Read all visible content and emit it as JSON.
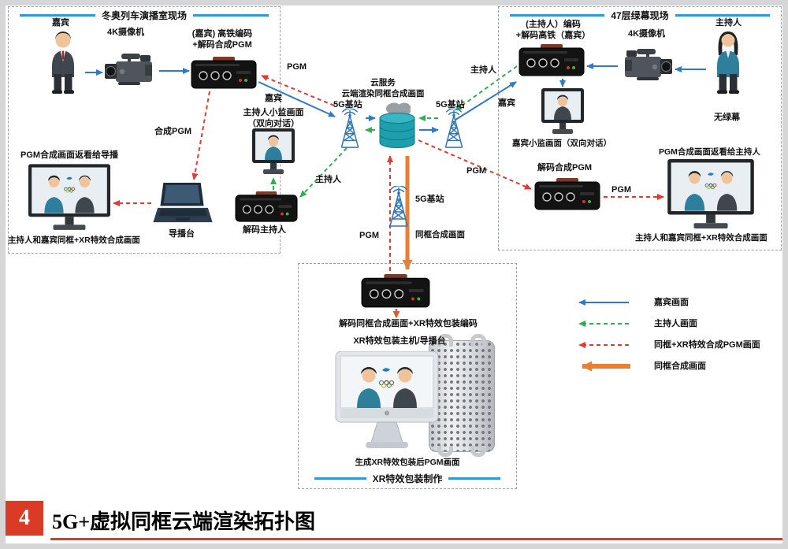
{
  "left_box": {
    "title": "冬奥列车演播室现场",
    "guest_label": "嘉宾",
    "camera_label": "4K摄像机",
    "encoder_label": "(嘉宾) 高铁编码\n+解码合成PGM",
    "arrow_pgm": "PGM",
    "arrow_guest": "嘉宾",
    "arrow_composite_pgm": "合成PGM",
    "host_monitor_label": "主持人小监画面\n（双向对话）",
    "pgm_return_label": "PGM合成画面返看给导播",
    "monitor_caption": "主持人和嘉宾同框+XR特效合成画面",
    "director_label": "导播台",
    "decoder_label": "解码主持人",
    "arrow_host": "主持人"
  },
  "cloud": {
    "label": "云服务\n云端渲染同框合成画面",
    "bs_left": "5G基站",
    "bs_right": "5G基站",
    "bs_bottom": "5G基站",
    "arrow_pgm_down": "PGM",
    "arrow_composite": "同框合成画面",
    "arrow_pgm_right": "PGM",
    "arrow_host": "主持人",
    "arrow_guest": "嘉宾"
  },
  "right_box": {
    "title": "47层绿幕现场",
    "encoder_label": "(主持人）编码\n+解码高铁（嘉宾）",
    "camera_label": "4K摄像机",
    "host_label": "主持人",
    "no_green": "无绿幕",
    "guest_monitor_label": "嘉宾小监画面（双向对话）",
    "decoder_label": "解码合成PGM",
    "arrow_pgm": "PGM",
    "pgm_return_label": "PGM合成画面返看给主持人",
    "monitor_caption": "主持人和嘉宾同框+XR特效合成画面"
  },
  "xr_box": {
    "title": "XR特效包装制作",
    "decoder_label": "解码同框合成画面+XR特效包装编码",
    "host_label": "XR特效包装主机/导播台",
    "output_label": "生成XR特效包装后PGM画面"
  },
  "legend": {
    "guest": "嘉宾画面",
    "host": "主持人画面",
    "pgm": "同框+XR特效合成PGM画面",
    "composite": "同框合成画面"
  },
  "footer": {
    "number": "4",
    "title": "5G+虚拟同框云端渲染拓扑图"
  },
  "colors": {
    "guest_arrow": "#2e79c9",
    "host_arrow": "#2eb050",
    "pgm_arrow": "#e23a2e",
    "composite_arrow": "#ed7d31",
    "title_line": "#2d9bd8",
    "footer_red": "#da3b25"
  }
}
